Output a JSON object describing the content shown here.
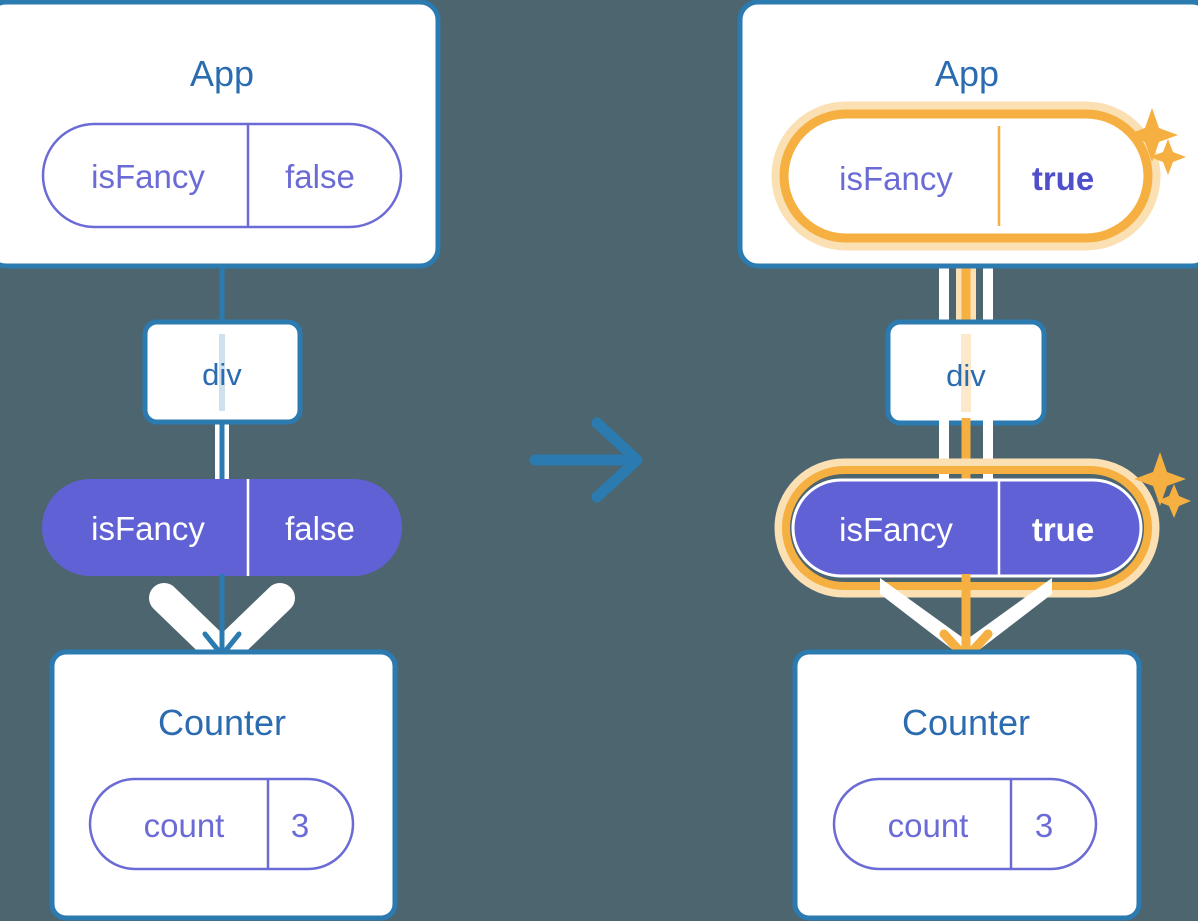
{
  "theme": {
    "background": "#4c656e",
    "card_border": "#2b7ab0",
    "card_fill": "#ffffff",
    "title_color": "#2b6cb0",
    "pill_outline_color": "#6b6bd6",
    "pill_filled_color": "#6161d6",
    "highlight_color": "#f5b041",
    "highlight_glow": "#fbe0b4",
    "connector_blue": "#2b7ab0",
    "arrow_white": "#ffffff"
  },
  "diagram": {
    "type": "react-state-propagation",
    "transition_arrow_icon": "arrow-right-icon",
    "panels": [
      {
        "id": "before",
        "side": "left",
        "highlighted": false,
        "root": {
          "name": "App",
          "state_pill": {
            "key": "isFancy",
            "value": "false",
            "style": "outline",
            "highlighted": false,
            "bold_value": false
          }
        },
        "intermediate": {
          "name": "div"
        },
        "prop_pill": {
          "key": "isFancy",
          "value": "false",
          "style": "filled",
          "highlighted": false,
          "bold_value": false
        },
        "leaf": {
          "name": "Counter",
          "state_pill": {
            "key": "count",
            "value": "3",
            "style": "outline",
            "highlighted": false,
            "bold_value": false
          }
        },
        "sparkles": []
      },
      {
        "id": "after",
        "side": "right",
        "highlighted": true,
        "root": {
          "name": "App",
          "state_pill": {
            "key": "isFancy",
            "value": "true",
            "style": "outline",
            "highlighted": true,
            "bold_value": true
          }
        },
        "intermediate": {
          "name": "div"
        },
        "prop_pill": {
          "key": "isFancy",
          "value": "true",
          "style": "filled",
          "highlighted": true,
          "bold_value": true
        },
        "leaf": {
          "name": "Counter",
          "state_pill": {
            "key": "count",
            "value": "3",
            "style": "outline",
            "highlighted": false,
            "bold_value": false
          }
        },
        "sparkles": [
          {
            "id": "sparkle-app-large",
            "size": "large"
          },
          {
            "id": "sparkle-app-small",
            "size": "small"
          },
          {
            "id": "sparkle-prop-large",
            "size": "large"
          },
          {
            "id": "sparkle-prop-small",
            "size": "small"
          }
        ]
      }
    ]
  }
}
